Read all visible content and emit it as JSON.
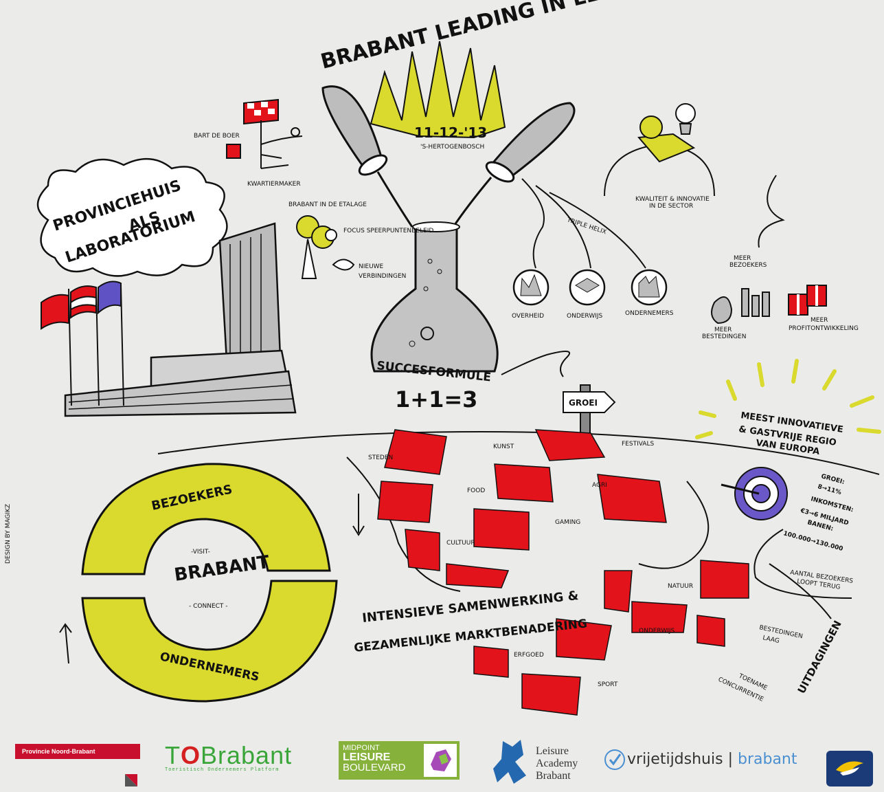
{
  "title": "BRABANT LEADING IN LEISURE",
  "date": "11-12-'13",
  "place": "'S-HERTOGENBOSCH",
  "left": {
    "cloud": [
      "PROVINCIEHUIS",
      "ALS",
      "LABORATORIUM"
    ],
    "person_name": "BART DE BOER",
    "person_role": "KWARTIERMAKER",
    "etalage": "BRABANT IN DE ETALAGE",
    "focus": "FOCUS SPEERPUNTENBELEID",
    "nieuwe": [
      "NIEUWE",
      "VERBINDINGEN"
    ]
  },
  "flask": {
    "label": "SUCCESFORMULE",
    "formula": "1+1=3"
  },
  "helix": {
    "label": "TRIPLE HELIX",
    "items": [
      "OVERHEID",
      "ONDERWIJS",
      "ONDERNEMERS"
    ]
  },
  "right_top": {
    "kwaliteit": [
      "KWALITEIT & INNOVATIE",
      "IN DE SECTOR"
    ],
    "meer_bezoekers": [
      "MEER",
      "BEZOEKERS"
    ],
    "meer_bestedingen": [
      "MEER",
      "BESTEDINGEN"
    ],
    "meer_winst": [
      "MEER",
      "PROFITONTWIKKELING"
    ]
  },
  "groei_sign": "GROEI",
  "goal": [
    "MEEST INNOVATIEVE",
    "& GASTVRIJE REGIO",
    "VAN EUROPA"
  ],
  "stats": [
    "GROEI:",
    "8→11%",
    "INKOMSTEN:",
    "€3→6 MILJARD",
    "BANEN:",
    "100.000→130.000"
  ],
  "cycle": {
    "top": "BEZOEKERS",
    "bottom": "ONDERNEMERS",
    "visit": "-VISIT-",
    "center": "BRABANT",
    "connect": "- CONNECT -"
  },
  "board_labels": [
    "STEDEN",
    "KUNST",
    "FESTIVALS",
    "FOOD",
    "AGRI",
    "GAMING",
    "CULTUUR",
    "NATUUR",
    "ONDERWIJS",
    "ERFGOED",
    "SPORT"
  ],
  "samenwerking": [
    "INTENSIEVE SAMENWERKING &",
    "GEZAMENLIJKE MARKTBENADERING"
  ],
  "challenges": {
    "title": "UITDAGINGEN",
    "items": [
      [
        "AANTAL BEZOEKERS",
        "LOOPT TERUG"
      ],
      [
        "BESTEDINGEN",
        "LAAG"
      ],
      [
        "TOENAME",
        "CONCURRENTIE"
      ]
    ]
  },
  "credit": "DESIGN BY MAGIKZ",
  "logos": {
    "pnb": "Provincie Noord-Brabant",
    "top_a": "T",
    "top_o": "O",
    "top_b": "Brabant",
    "top_sub": "Toeristisch Ondernemers Platform",
    "mlb": [
      "MIDPOINT",
      "LEISURE",
      "BOULEVARD"
    ],
    "lab": [
      "Leisure",
      "Academy",
      "Brabant"
    ],
    "vb_a": "vrijetijdshuis",
    "vb_sep": "|",
    "vb_b": "brabant"
  },
  "colors": {
    "yellow": "#d9d92e",
    "red": "#e3131b",
    "purple": "#6a58c8",
    "ink": "#111111",
    "grey": "#a8a8a8",
    "bg": "#ebebea"
  }
}
